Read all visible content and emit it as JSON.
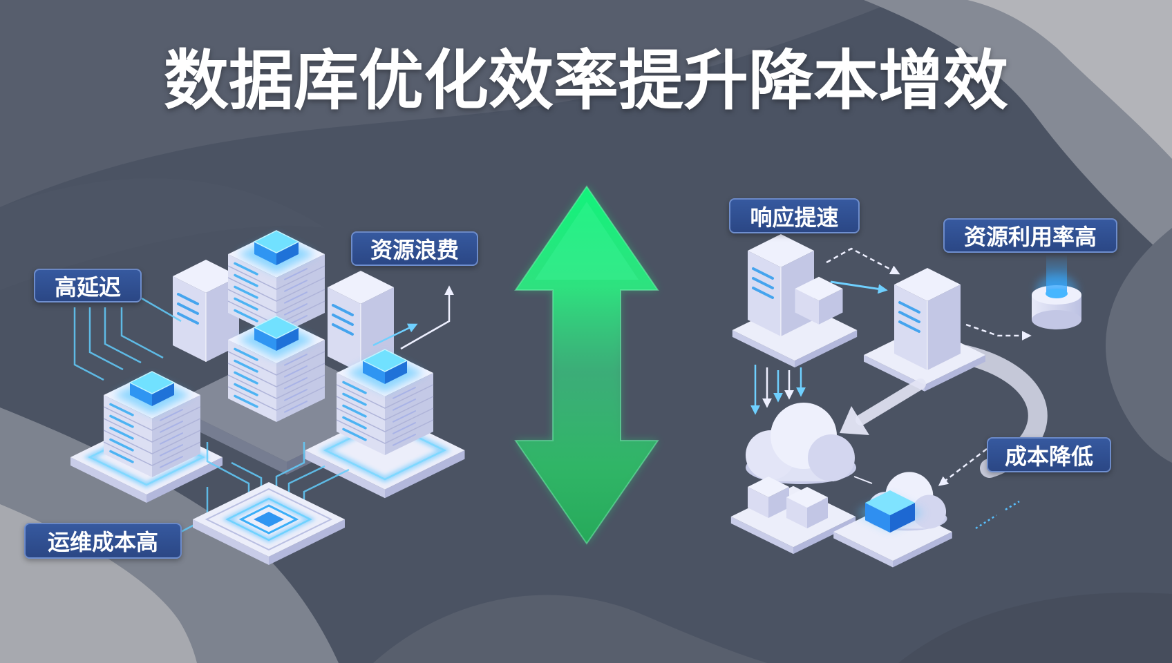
{
  "title": "数据库优化效率提升降本增效",
  "before_panel": {
    "labels": {
      "high_latency": "高延迟",
      "resource_waste": "资源浪费",
      "high_ops_cost": "运维成本高"
    }
  },
  "after_panel": {
    "labels": {
      "faster_response": "响应提速",
      "high_utilization": "资源利用率高",
      "lower_cost": "成本降低"
    }
  },
  "colors": {
    "background": "#4b5363",
    "title_text": "#ffffff",
    "badge": "#2f4e8f",
    "arrow_green": "#1ff07e",
    "server_glow": "#4fc4ff",
    "server_body": "#dcdff3"
  },
  "icons": {
    "center": "double-arrow-icon",
    "before": [
      "server-stack-icon",
      "server-tower-icon",
      "chip-pad-icon"
    ],
    "after": [
      "server-tower-icon",
      "database-icon",
      "cloud-icon"
    ]
  }
}
